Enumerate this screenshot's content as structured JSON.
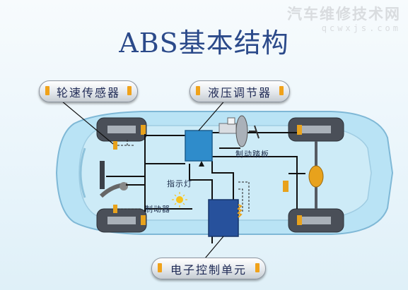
{
  "slide": {
    "title": "ABS基本结构",
    "watermark": {
      "site_name": "汽车维修技术网",
      "site_url": "qcwxjs.com"
    }
  },
  "callouts": {
    "wheel_sensor": "轮速传感器",
    "hydraulic_modulator": "液压调节器",
    "ecu": "电子控制单元"
  },
  "diagram_labels": {
    "brake_pedal": "制动踏板",
    "indicator_lamp": "指示灯",
    "brake": "制动器"
  },
  "colors": {
    "modulator_box": "#2f8ccb",
    "ecu_box": "#27519c",
    "car_body": "#b9e3f5",
    "tire": "#4a4f58",
    "sensor": "#e8a21c",
    "lamp": "#f6c21d",
    "wire": "#111111"
  }
}
